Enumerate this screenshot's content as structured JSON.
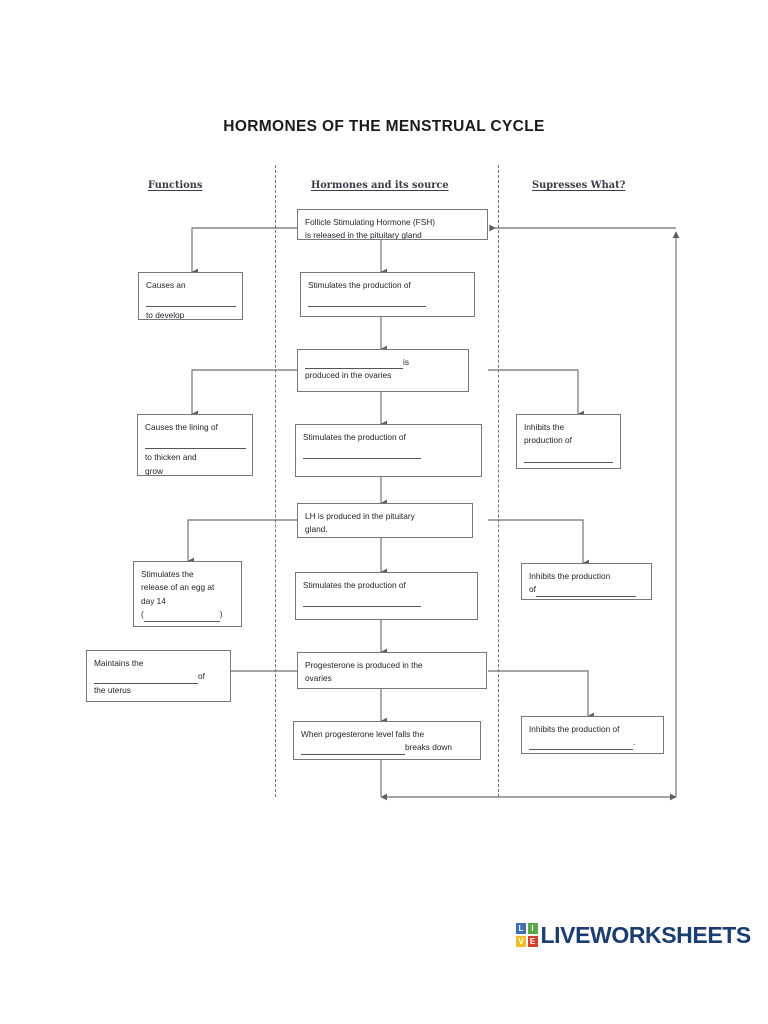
{
  "page": {
    "title": "HORMONES OF THE MENSTRUAL CYCLE"
  },
  "columns": {
    "functions": "Functions",
    "hormones": "Hormones and its source",
    "supresses": "Supresses What?"
  },
  "nodes": {
    "fsh_released": {
      "line1": "Follicle Stimulating Hormone (FSH)",
      "line2": "is released in the pituitary gland"
    },
    "causes_follicle": {
      "line1": "Causes an",
      "line2": "to develop"
    },
    "fsh_stimulates": {
      "line1": "Stimulates the production of"
    },
    "estrogen_ovaries": {
      "line1": "is",
      "line2": "produced in the ovaries"
    },
    "causes_lining": {
      "line1": "Causes the lining of",
      "line2": "to thicken and",
      "line3": "grow"
    },
    "estrogen_stimulates": {
      "line1": "Stimulates the production of"
    },
    "inhibits_fsh": {
      "line1": "Inhibits the",
      "line2": "production of"
    },
    "lh_produced": {
      "line1": "LH is produced in the pituitary",
      "line2": "gland."
    },
    "stimulates_egg": {
      "line1": "Stimulates the",
      "line2": "release of an egg at",
      "line3": "day 14",
      "line4_open": "(",
      "line4_close": ")"
    },
    "lh_stimulates": {
      "line1": "Stimulates the production of"
    },
    "inhibits_production_of_lh": {
      "line1": "Inhibits the production",
      "line2": "of"
    },
    "maintains_uterus": {
      "line1": "Maintains the",
      "line2_tail": "of",
      "line3": "the uterus"
    },
    "progesterone_ovaries": {
      "line1": "Progesterone is produced in the",
      "line2": "ovaries"
    },
    "inhibits_production_of_final": {
      "line1": "Inhibits the production of",
      "line2_tail": "."
    },
    "progesterone_falls": {
      "line1": "When progesterone level falls the",
      "line2_tail": "breaks down"
    }
  },
  "logo": {
    "tiles": [
      {
        "letter": "L",
        "color": "#3b6fb6"
      },
      {
        "letter": "I",
        "color": "#5aa845"
      },
      {
        "letter": "V",
        "color": "#efc026"
      },
      {
        "letter": "E",
        "color": "#d4402f"
      }
    ],
    "word": "LIVEWORKSHEETS"
  },
  "colors": {
    "ink": "#24242c",
    "box_border": "#77777f",
    "connector": "#6d6d76",
    "divider": "#6f6f80",
    "header_text": "#3b3b4a",
    "logo_blue": "#1b3d71"
  }
}
